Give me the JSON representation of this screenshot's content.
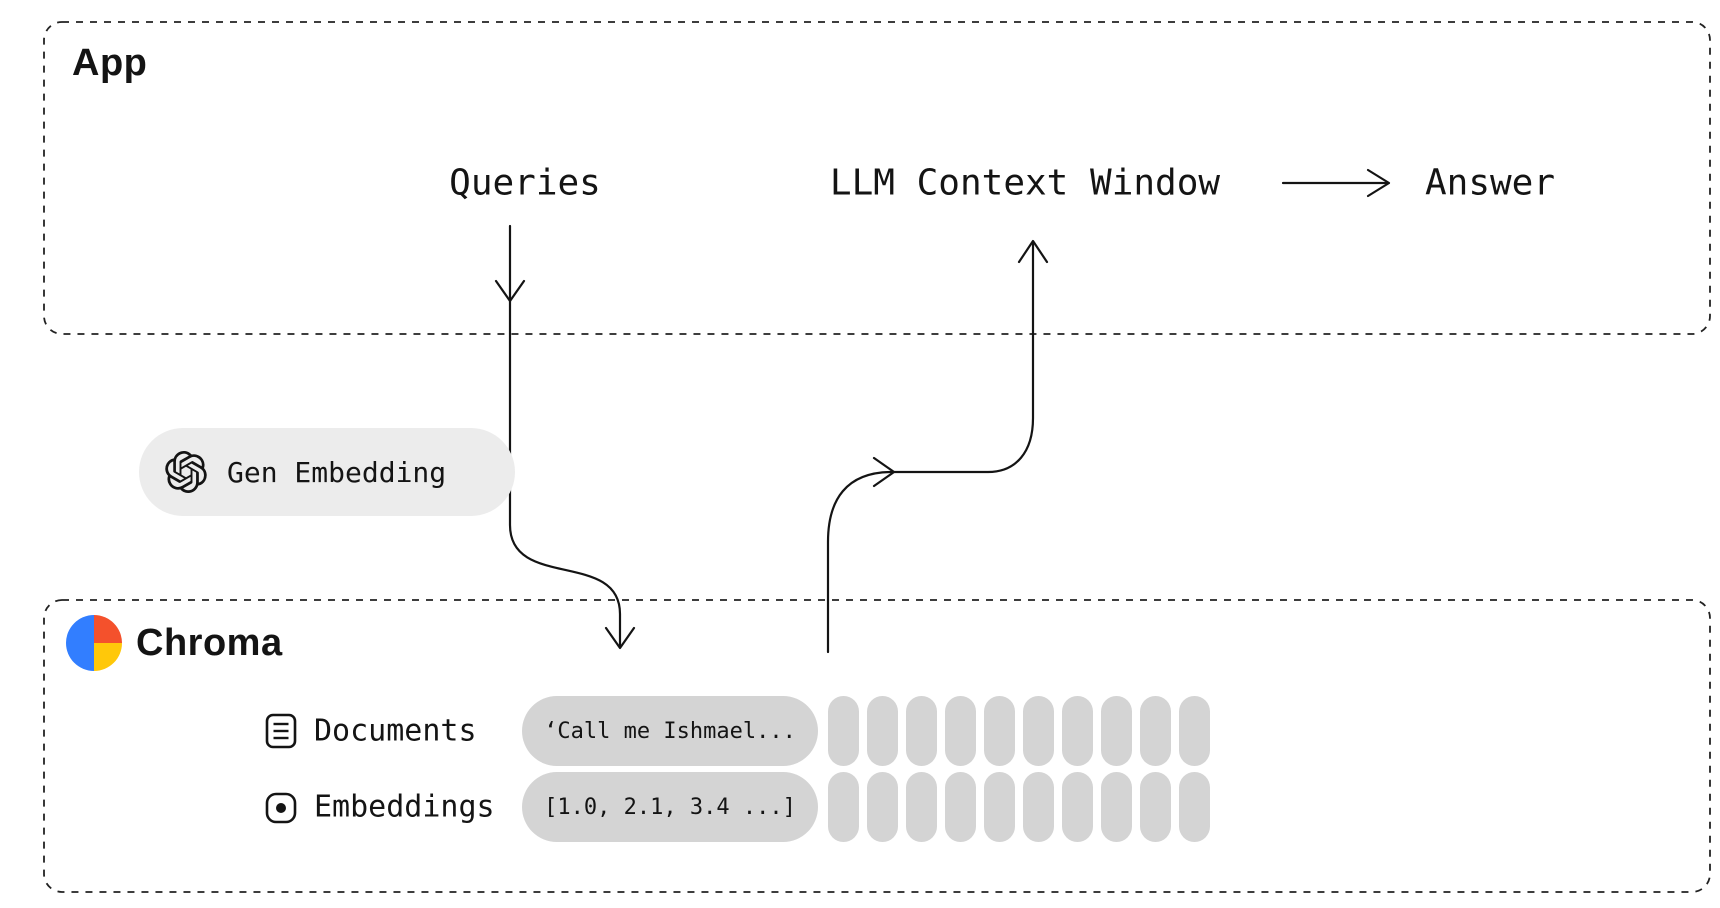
{
  "app": {
    "title": "App",
    "queries_label": "Queries",
    "llm_label": "LLM Context Window",
    "answer_label": "Answer"
  },
  "gen_embedding": {
    "label": "Gen Embedding",
    "icon": "openai-logo"
  },
  "chroma": {
    "title": "Chroma",
    "documents": {
      "label": "Documents",
      "icon": "document-icon",
      "sample": "‘Call me Ishmael...",
      "placeholder_count": 10
    },
    "embeddings": {
      "label": "Embeddings",
      "icon": "embedding-dot-icon",
      "sample": "[1.0, 2.1, 3.4 ...]",
      "placeholder_count": 10
    }
  },
  "colors": {
    "pill_gray": "#d4d4d4",
    "gen_pill_gray": "#ececec",
    "line_color": "#141414",
    "chroma_blue": "#327eff",
    "chroma_red": "#f4512c",
    "chroma_yellow": "#ffc80a"
  }
}
